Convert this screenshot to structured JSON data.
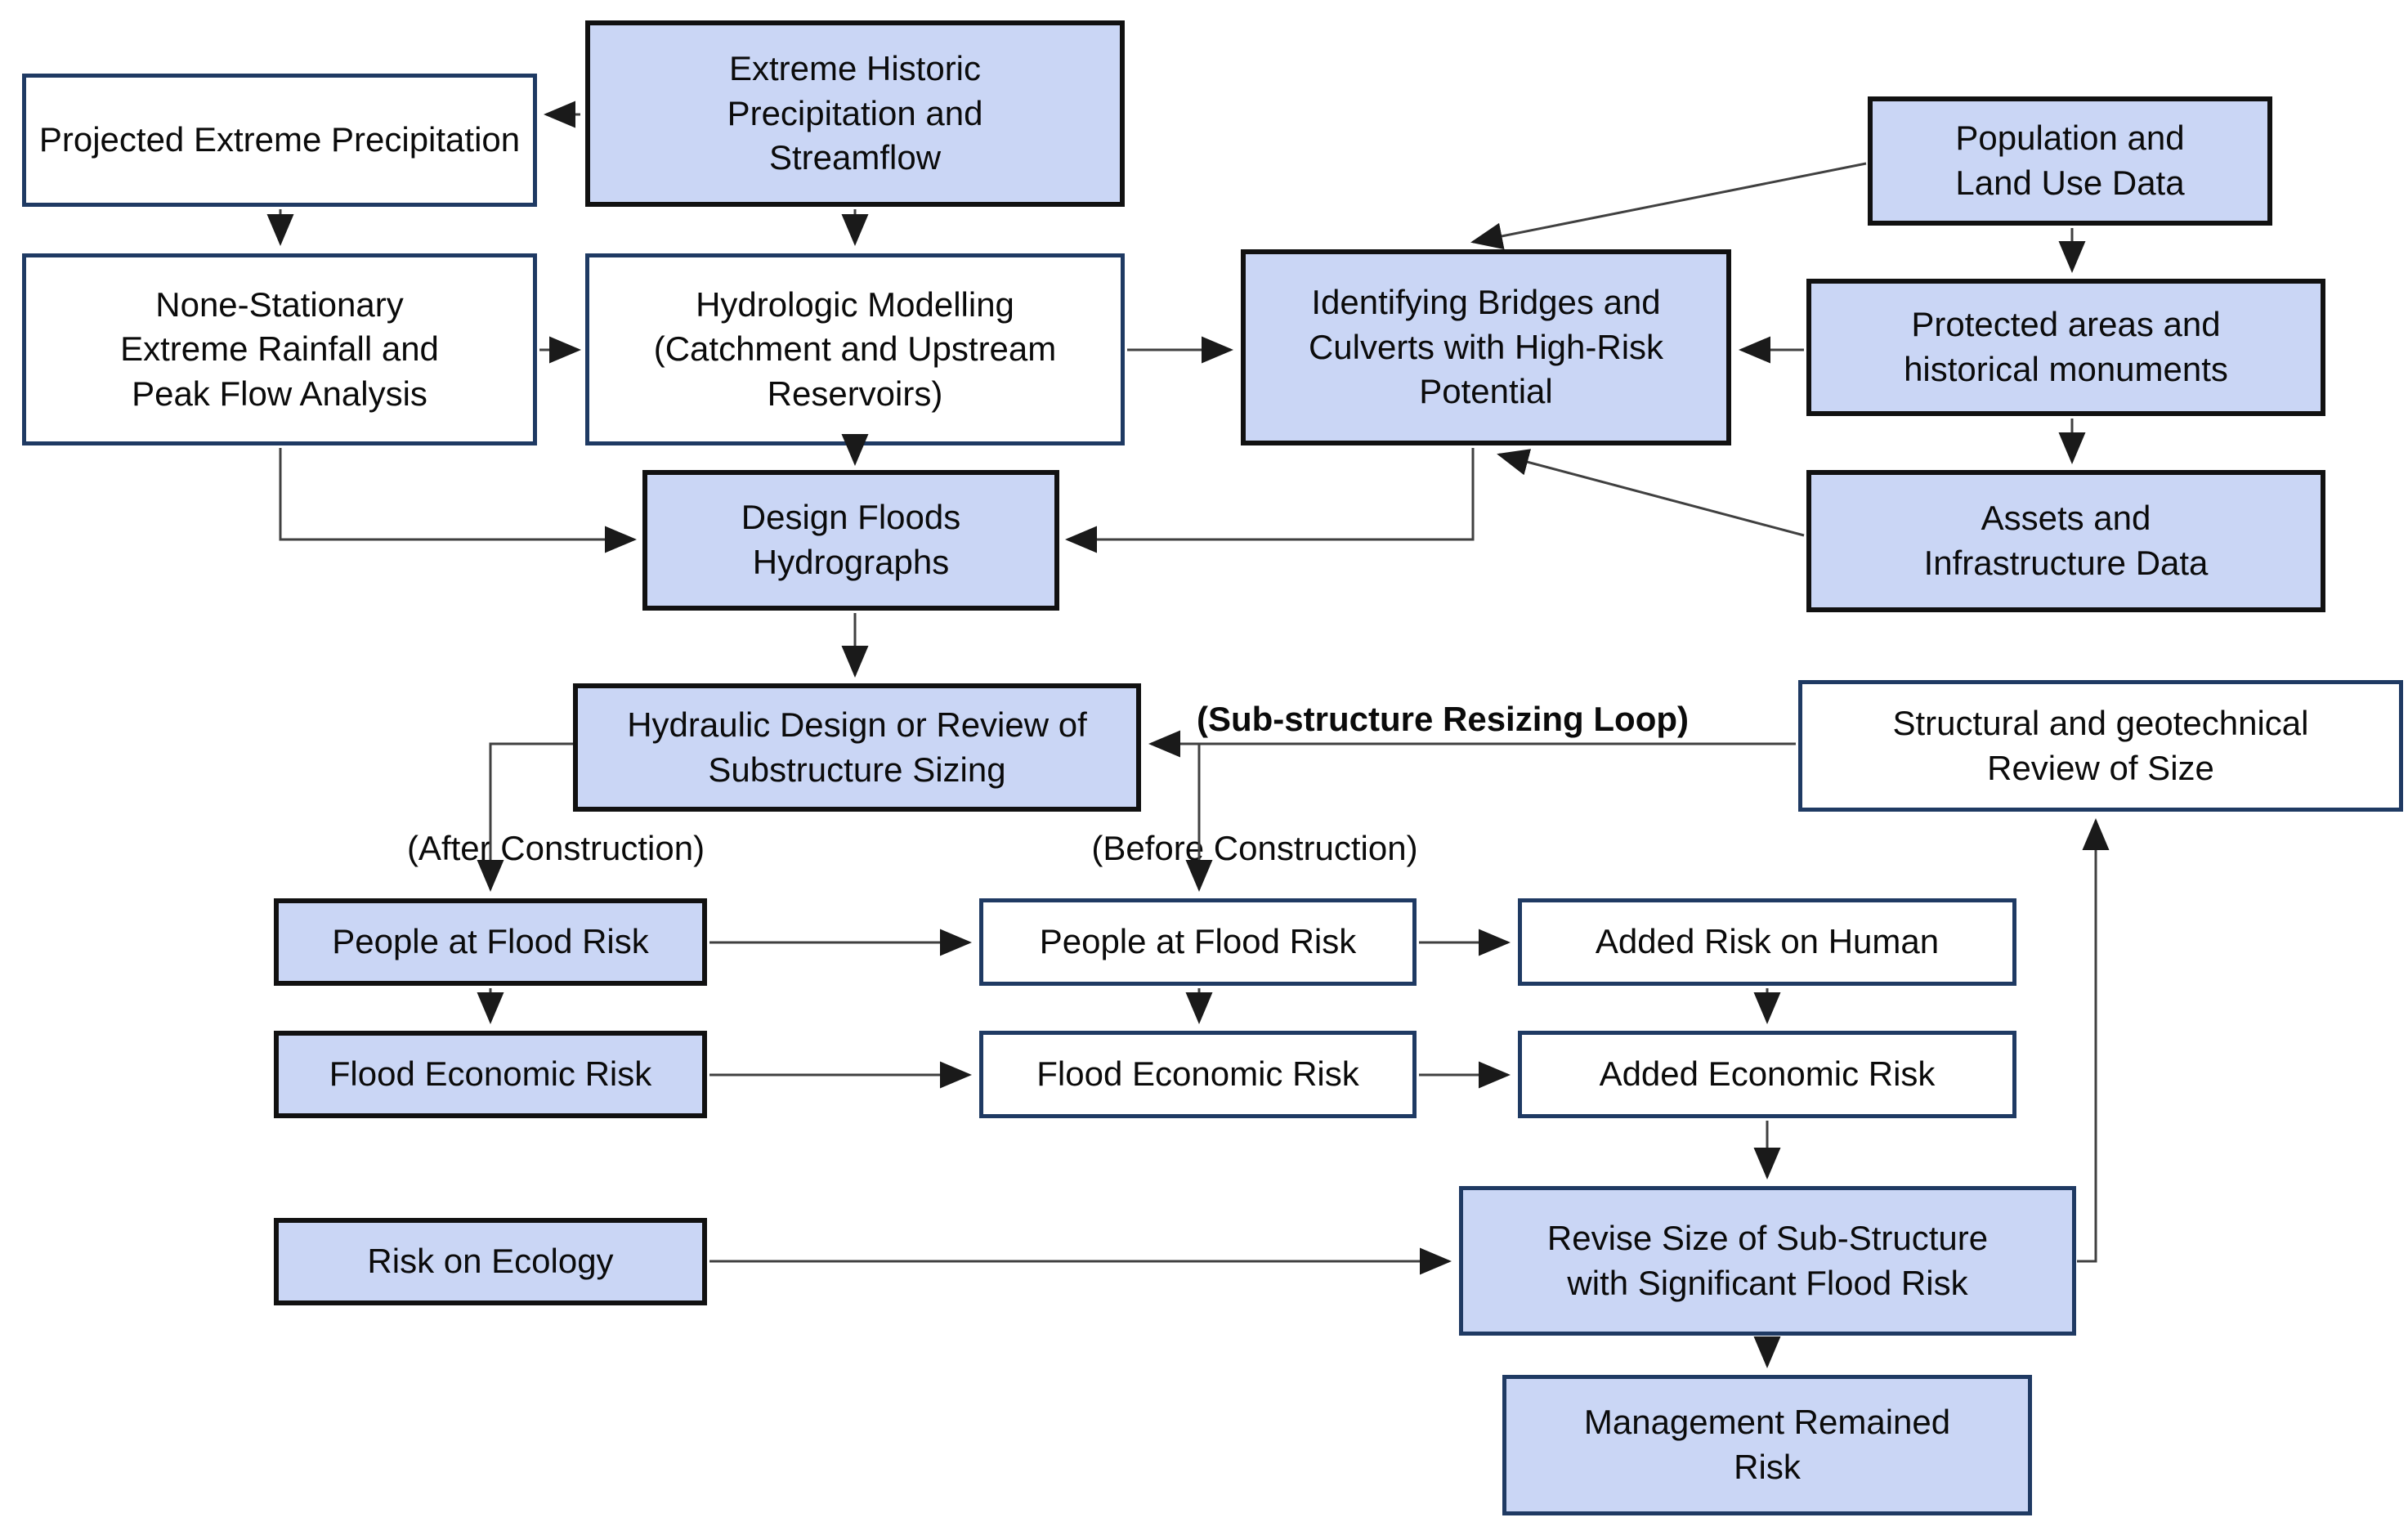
{
  "diagram": {
    "type": "flowchart",
    "background": "#ffffff",
    "colors": {
      "node_fill_blue": "#cad6f5",
      "node_fill_white": "#ffffff",
      "border_black": "#111111",
      "border_navy": "#1f3a63",
      "arrow_line": "#404040",
      "arrow_head": "#1a1a1a",
      "text": "#0b0b0b"
    },
    "nodes": {
      "projected": {
        "label": "Projected Extreme Precipitation",
        "fill": "white",
        "border": "navy"
      },
      "extreme_historic": {
        "label": "Extreme Historic Precipitation and Streamflow",
        "fill": "blue",
        "border": "black"
      },
      "none_stationary": {
        "label": "None-Stationary Extreme Rainfall and Peak Flow Analysis",
        "fill": "white",
        "border": "navy"
      },
      "hydrologic": {
        "label": "Hydrologic Modelling (Catchment and Upstream Reservoirs)",
        "fill": "white",
        "border": "navy"
      },
      "identifying": {
        "label": "Identifying Bridges and Culverts with High-Risk Potential",
        "fill": "blue",
        "border": "black"
      },
      "population": {
        "label": "Population and Land Use Data",
        "fill": "blue",
        "border": "black"
      },
      "protected": {
        "label": "Protected areas and historical monuments",
        "fill": "blue",
        "border": "black"
      },
      "assets": {
        "label": "Assets and Infrastructure Data",
        "fill": "blue",
        "border": "black"
      },
      "design_floods": {
        "label": "Design Floods Hydrographs",
        "fill": "blue",
        "border": "black"
      },
      "hydraulic": {
        "label": "Hydraulic Design or Review of Substructure Sizing",
        "fill": "blue",
        "border": "black"
      },
      "structural": {
        "label": "Structural and geotechnical Review of Size",
        "fill": "white",
        "border": "navy"
      },
      "people_after": {
        "label": "People at Flood Risk",
        "fill": "blue",
        "border": "black"
      },
      "people_before": {
        "label": "People at Flood Risk",
        "fill": "white",
        "border": "navy"
      },
      "added_human": {
        "label": "Added Risk on Human",
        "fill": "white",
        "border": "navy"
      },
      "econ_after": {
        "label": "Flood Economic Risk",
        "fill": "blue",
        "border": "black"
      },
      "econ_before": {
        "label": "Flood Economic Risk",
        "fill": "white",
        "border": "navy"
      },
      "added_econ": {
        "label": "Added Economic Risk",
        "fill": "white",
        "border": "navy"
      },
      "ecology": {
        "label": "Risk on Ecology",
        "fill": "blue",
        "border": "black"
      },
      "revise": {
        "label": "Revise Size of Sub-Structure with Significant Flood Risk",
        "fill": "blue",
        "border": "navy"
      },
      "management": {
        "label": "Management Remained Risk",
        "fill": "blue",
        "border": "navy"
      }
    },
    "edge_labels": {
      "after_construction": "(After Construction)",
      "before_construction": "(Before Construction)",
      "resizing_loop": "(Sub-structure Resizing Loop)"
    },
    "edges": [
      {
        "from": "extreme_historic",
        "to": "projected"
      },
      {
        "from": "projected",
        "to": "none_stationary"
      },
      {
        "from": "extreme_historic",
        "to": "hydrologic"
      },
      {
        "from": "none_stationary",
        "to": "hydrologic"
      },
      {
        "from": "hydrologic",
        "to": "identifying"
      },
      {
        "from": "population",
        "to": "identifying"
      },
      {
        "from": "population",
        "to": "protected"
      },
      {
        "from": "protected",
        "to": "identifying"
      },
      {
        "from": "protected",
        "to": "assets"
      },
      {
        "from": "assets",
        "to": "identifying"
      },
      {
        "from": "none_stationary",
        "to": "design_floods"
      },
      {
        "from": "hydrologic",
        "to": "design_floods"
      },
      {
        "from": "identifying",
        "to": "design_floods"
      },
      {
        "from": "design_floods",
        "to": "hydraulic"
      },
      {
        "from": "structural",
        "to": "hydraulic",
        "label": "(Sub-structure Resizing Loop)"
      },
      {
        "from": "hydraulic",
        "to": "people_after",
        "label": "(After Construction)"
      },
      {
        "from": "hydraulic",
        "to": "people_before",
        "label": "(Before Construction)"
      },
      {
        "from": "people_after",
        "to": "people_before"
      },
      {
        "from": "people_after",
        "to": "econ_after"
      },
      {
        "from": "people_before",
        "to": "econ_before"
      },
      {
        "from": "people_before",
        "to": "added_human"
      },
      {
        "from": "econ_after",
        "to": "econ_before"
      },
      {
        "from": "econ_before",
        "to": "added_econ"
      },
      {
        "from": "added_human",
        "to": "added_econ"
      },
      {
        "from": "added_econ",
        "to": "revise"
      },
      {
        "from": "ecology",
        "to": "revise"
      },
      {
        "from": "revise",
        "to": "structural"
      },
      {
        "from": "revise",
        "to": "management"
      }
    ]
  }
}
